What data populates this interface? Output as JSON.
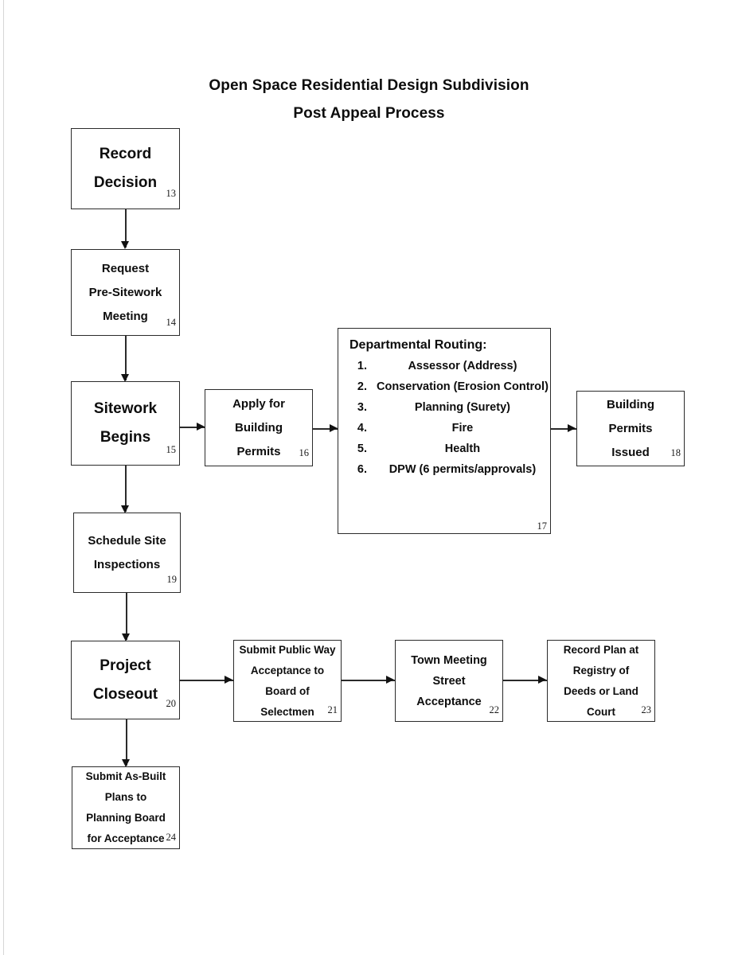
{
  "title": {
    "line1": "Open Space Residential Design Subdivision",
    "line2": "Post Appeal Process"
  },
  "nodes": {
    "n13": {
      "num": "13",
      "lines": [
        "Record",
        "Decision"
      ]
    },
    "n14": {
      "num": "14",
      "lines": [
        "Request",
        "Pre-Sitework",
        "Meeting"
      ]
    },
    "n15": {
      "num": "15",
      "lines": [
        "Sitework",
        "Begins"
      ]
    },
    "n16": {
      "num": "16",
      "lines": [
        "Apply for",
        "Building",
        "Permits"
      ]
    },
    "n17": {
      "num": "17",
      "heading": "Departmental Routing:",
      "items": [
        "Assessor (Address)",
        "Conservation (Erosion Control)",
        "Planning (Surety)",
        "Fire",
        "Health",
        "DPW (6 permits/approvals)"
      ]
    },
    "n18": {
      "num": "18",
      "lines": [
        "Building",
        "Permits",
        "Issued"
      ]
    },
    "n19": {
      "num": "19",
      "lines": [
        "Schedule Site",
        "Inspections"
      ]
    },
    "n20": {
      "num": "20",
      "lines": [
        "Project",
        "Closeout"
      ]
    },
    "n21": {
      "num": "21",
      "lines": [
        "Submit Public Way",
        "Acceptance to",
        "Board of",
        "Selectmen"
      ]
    },
    "n22": {
      "num": "22",
      "lines": [
        "Town Meeting",
        "Street",
        "Acceptance"
      ]
    },
    "n23": {
      "num": "23",
      "lines": [
        "Record Plan at",
        "Registry of",
        "Deeds or Land",
        "Court"
      ]
    },
    "n24": {
      "num": "24",
      "lines": [
        "Submit As-Built",
        "Plans to",
        "Planning Board",
        "for Acceptance"
      ]
    }
  },
  "colors": {
    "box_border": "#2b2b2b",
    "connector": "#2b2b2b",
    "text": "#0d0d0d",
    "page_edge": "#d6d6d6"
  }
}
